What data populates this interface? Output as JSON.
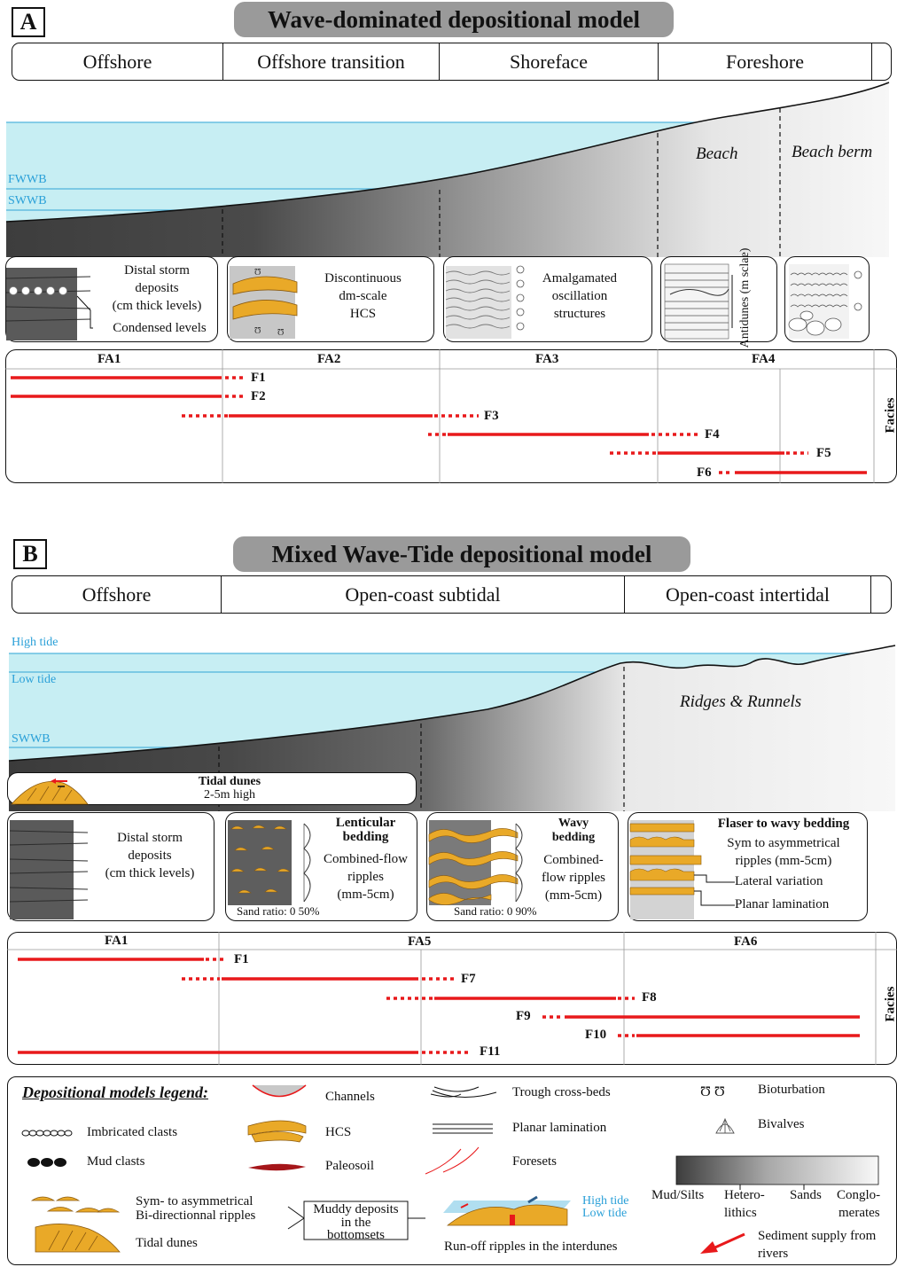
{
  "panel_a": {
    "letter": "A",
    "title": "Wave-dominated depositional model",
    "zones": [
      "Offshore",
      "Offshore transition",
      "Shoreface",
      "Foreshore"
    ],
    "levels": [
      "FWWB",
      "SWWB"
    ],
    "sub_zones": [
      "Beach",
      "Beach berm"
    ],
    "boxes": {
      "fa1": [
        "Distal storm",
        "deposits",
        "(cm thick levels)",
        "Condensed levels"
      ],
      "fa2": [
        "Discontinuous",
        "dm-scale",
        "HCS"
      ],
      "fa3": [
        "Amalgamated",
        "oscillation",
        "structures"
      ],
      "fa4": "Antidunes (m sclae)"
    },
    "associations": [
      "FA1",
      "FA2",
      "FA3",
      "FA4"
    ],
    "facies": [
      "F1",
      "F2",
      "F3",
      "F4",
      "F5",
      "F6"
    ],
    "facies_side": "Facies"
  },
  "panel_b": {
    "letter": "B",
    "title": "Mixed Wave-Tide depositional model",
    "zones": [
      "Offshore",
      "Open-coast subtidal",
      "Open-coast intertidal"
    ],
    "levels": [
      "High tide",
      "Low tide",
      "SWWB"
    ],
    "ridges": "Ridges & Runnels",
    "tidal_dunes": [
      "Tidal dunes",
      "2-5m high"
    ],
    "boxes": {
      "fa1": [
        "Distal storm",
        "deposits",
        "(cm thick levels)"
      ],
      "fa5a_title": [
        "Lenticular",
        "bedding"
      ],
      "fa5a_text": [
        "Combined-flow",
        "ripples",
        "(mm-5cm)"
      ],
      "fa5a_ratio": "Sand ratio: 0  50%",
      "fa5b_title": [
        "Wavy",
        "bedding"
      ],
      "fa5b_text": [
        "Combined-",
        "flow ripples",
        "(mm-5cm)"
      ],
      "fa5b_ratio": "Sand ratio: 0  90%",
      "fa6_title": "Flaser to wavy bedding",
      "fa6_text": [
        "Sym to asymmetrical",
        "ripples (mm-5cm)"
      ],
      "fa6_lateral": "Lateral variation",
      "fa6_planar": "Planar lamination"
    },
    "associations": [
      "FA1",
      "FA5",
      "FA6"
    ],
    "facies": [
      "F1",
      "F7",
      "F8",
      "F9",
      "F10",
      "F11"
    ],
    "facies_side": "Facies"
  },
  "legend": {
    "title": "Depositional models legend:",
    "items": {
      "imbricated": "Imbricated clasts",
      "mud_clasts": "Mud clasts",
      "ripples": [
        "Sym- to asymmetrical",
        "Bi-directionnal ripples"
      ],
      "tidal_dunes": "Tidal dunes",
      "channels": "Channels",
      "hcs": "HCS",
      "paleosoil": "Paleosoil",
      "muddy": [
        "Muddy deposits",
        "in the",
        "bottomsets"
      ],
      "trough": "Trough cross-beds",
      "planar": "Planar lamination",
      "foresets": "Foresets",
      "runoff_high": "High tide",
      "runoff_low": "Low tide",
      "runoff": "Run-off ripples in the interdunes",
      "bioturbation": "Bioturbation",
      "bivalves": "Bivalves",
      "grain_sizes": [
        "Mud/Silts",
        "Hetero-",
        "lithics",
        "Sands",
        "Conglo-",
        "merates"
      ],
      "sediment": [
        "Sediment supply from",
        "rivers"
      ]
    }
  },
  "colors": {
    "water": "#c7eef3",
    "red": "#e8191b",
    "sand": "#e9a928",
    "waterline": "#4fb3dc"
  }
}
